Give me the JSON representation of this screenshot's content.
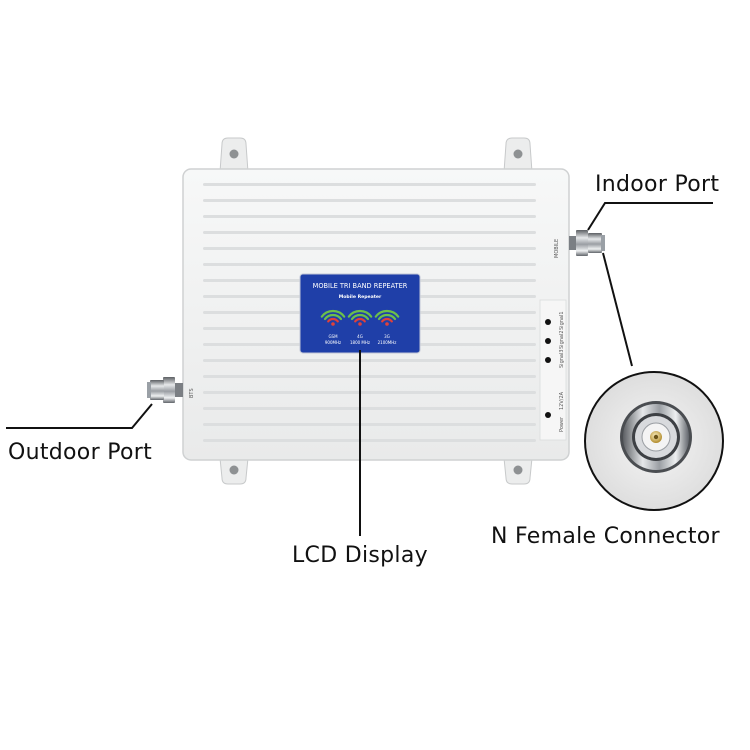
{
  "callouts": {
    "indoor_port": "Indoor Port",
    "outdoor_port": "Outdoor Port",
    "lcd_display": "LCD Display",
    "n_female_connector": "N Female Connector"
  },
  "lcd": {
    "title": "MOBILE TRI BAND REPEATER",
    "subtitle": "Mobile Repeater",
    "bands": [
      {
        "name": "GSM",
        "freq": "900MHz"
      },
      {
        "name": "4G",
        "freq": "1800 MHz"
      },
      {
        "name": "3G",
        "freq": "2100MHz"
      }
    ]
  },
  "side_panel": {
    "signal_labels": [
      "Signal1",
      "Signal2",
      "Signal3"
    ],
    "power_label": "Power",
    "voltage_label": "12V/2A",
    "bts_label": "BTS",
    "mobile_label": "MOBILE"
  },
  "colors": {
    "case": "#f2f3f3",
    "lcd_blue": "#1f3fa8",
    "signal_green": "#6cc04a",
    "signal_red": "#e0413a"
  }
}
